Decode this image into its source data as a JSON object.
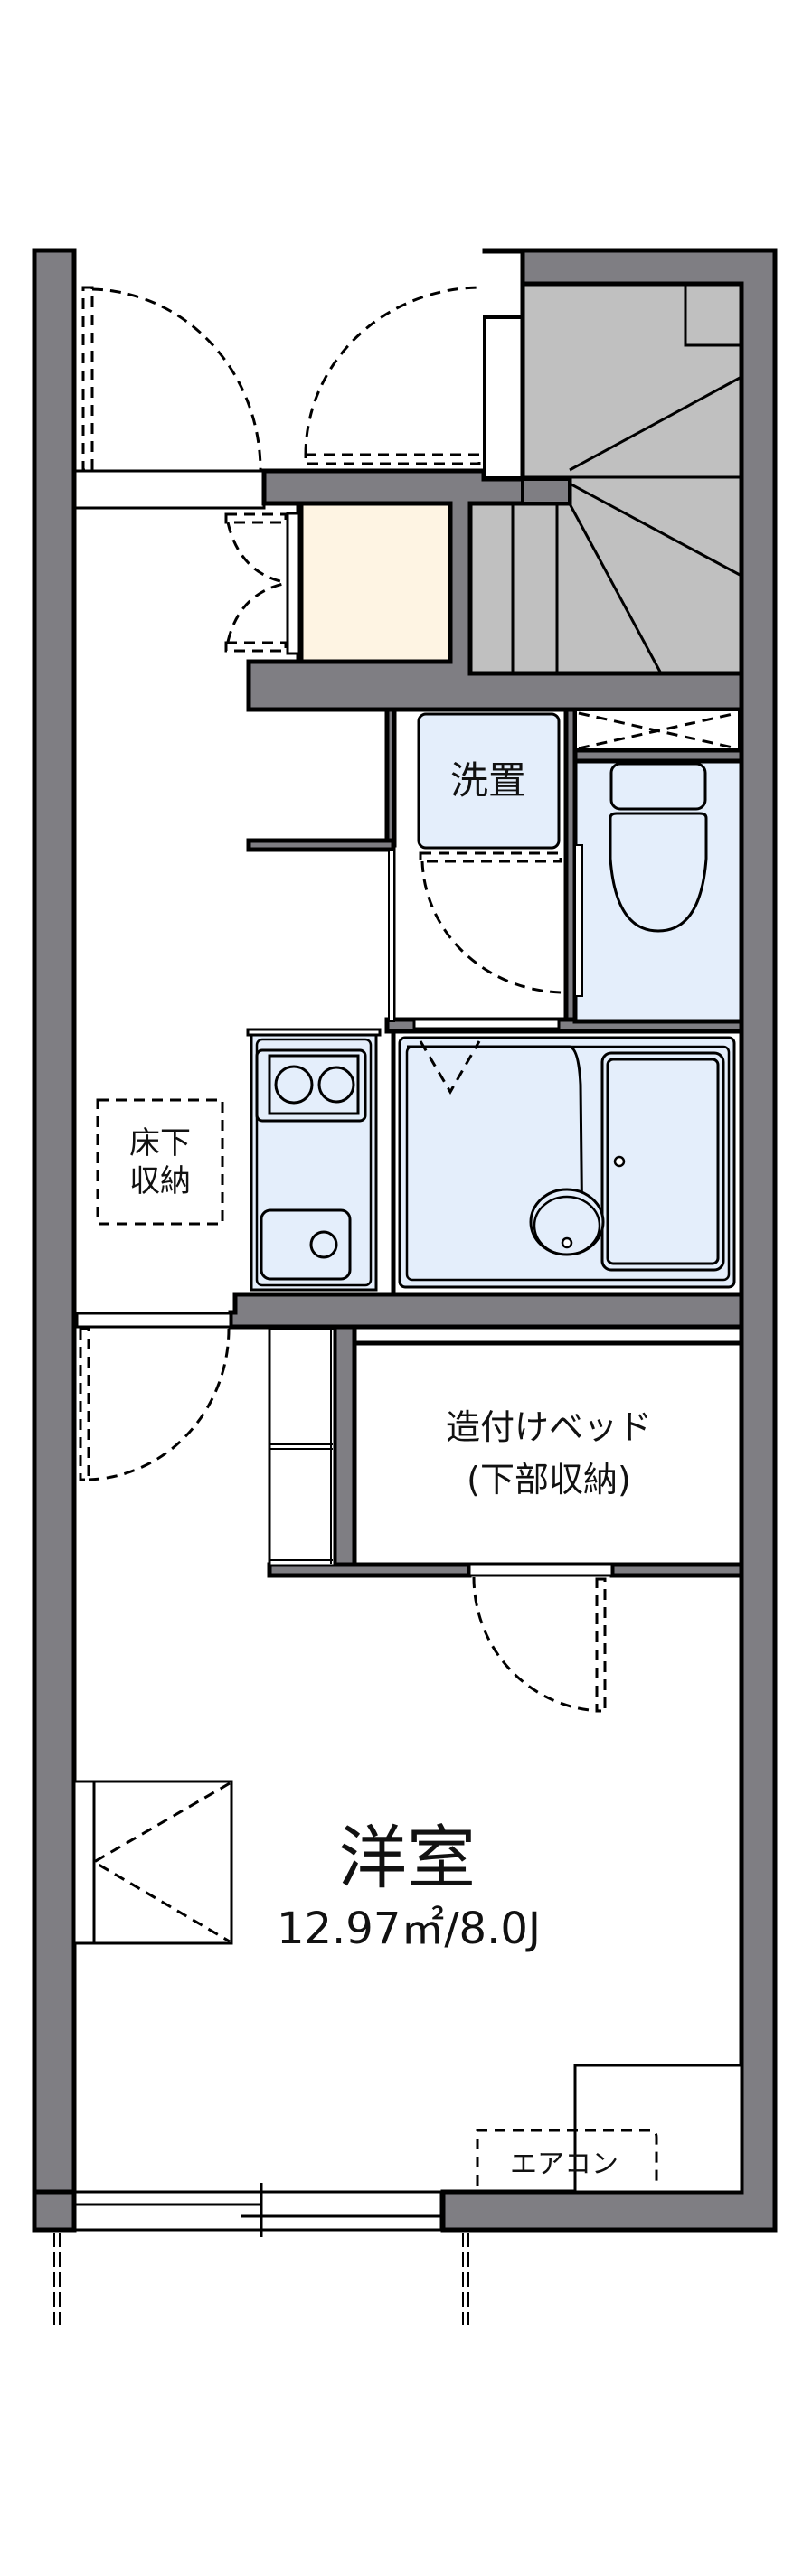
{
  "floorplan": {
    "title": "1K floor plan",
    "colors": {
      "wall": "#7f7e83",
      "stair": "#c0c0c0",
      "wet_area": "#e4eefb",
      "storage": "#fef4e3",
      "floor": "#ffffff"
    },
    "labels": {
      "washer": "洗置",
      "underfloor_storage_line1": "床下",
      "underfloor_storage_line2": "収納",
      "built_in_bed_line1": "造付けベッド",
      "built_in_bed_line2": "(下部収納)",
      "main_room": "洋室",
      "main_room_area": "12.97㎡/8.0J",
      "aircon": "エアコン"
    },
    "rooms": [
      {
        "id": "entrance",
        "name": "玄関"
      },
      {
        "id": "shoe-closet",
        "name": "下駄箱"
      },
      {
        "id": "staircase",
        "name": "階段"
      },
      {
        "id": "kitchen",
        "name": "キッチン"
      },
      {
        "id": "washroom",
        "name": "洗面所"
      },
      {
        "id": "toilet",
        "name": "トイレ"
      },
      {
        "id": "bathroom",
        "name": "浴室"
      },
      {
        "id": "built-in-bed",
        "name": "造付けベッド"
      },
      {
        "id": "western-room",
        "name": "洋室",
        "area_sqm": 12.97,
        "area_jo": 8.0
      }
    ]
  }
}
